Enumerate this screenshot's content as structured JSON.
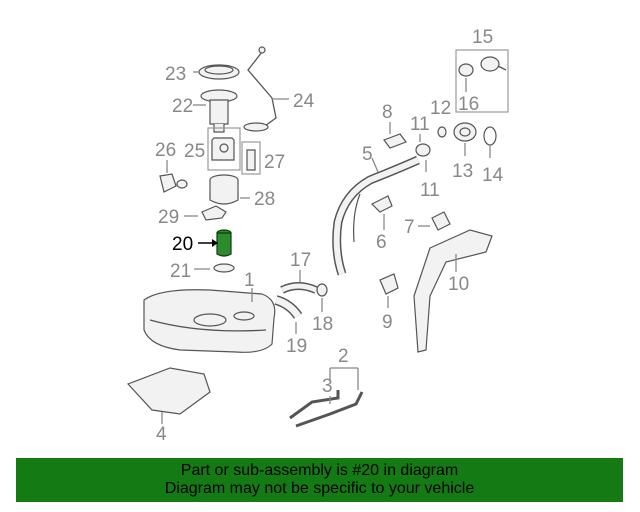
{
  "callouts": {
    "n1": "1",
    "n2": "2",
    "n3": "3",
    "n4": "4",
    "n5": "5",
    "n6": "6",
    "n7": "7",
    "n8": "8",
    "n9": "9",
    "n10": "10",
    "n11a": "11",
    "n11b": "11",
    "n12": "12",
    "n13": "13",
    "n14": "14",
    "n15": "15",
    "n16": "16",
    "n17": "17",
    "n18": "18",
    "n19": "19",
    "n20": "20",
    "n21": "21",
    "n22": "22",
    "n23": "23",
    "n24": "24",
    "n25": "25",
    "n26": "26",
    "n27": "27",
    "n28": "28",
    "n29": "29"
  },
  "highlighted_part": "20",
  "banner": {
    "line1": "Part or sub-assembly is #20 in diagram",
    "line2": "Diagram may not be specific to your vehicle"
  },
  "colors": {
    "banner_bg": "#147a14",
    "highlight": "#2e8a2e",
    "label_gray": "#888888"
  }
}
